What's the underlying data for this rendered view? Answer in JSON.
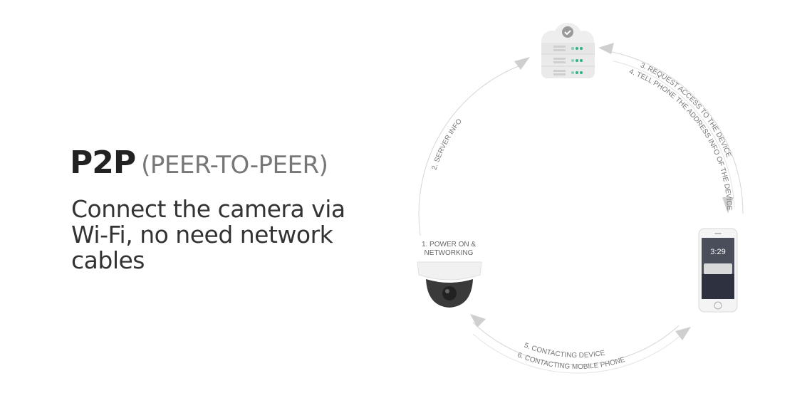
{
  "headline": {
    "title": "P2P",
    "subtitle": "(PEER-TO-PEER)"
  },
  "description": "Connect the camera via Wi-Fi, no need network cables",
  "steps": {
    "s1": "1. POWER ON & NETWORKING",
    "s2": "2. SERVER INFO",
    "s3": "3. REQUEST ACCESS TO THE DEVICE",
    "s4": "4. TELL PHONE THE ADDRESS INFO OF THE DEVICE",
    "s5": "5. CONTACTING DEVICE",
    "s6": "6. CONTACTING MOBILE PHONE"
  },
  "phone": {
    "time": "3:29"
  },
  "colors": {
    "line": "#cccccc",
    "arrow": "#cfcfcf",
    "server_led": "#2bb38a"
  }
}
